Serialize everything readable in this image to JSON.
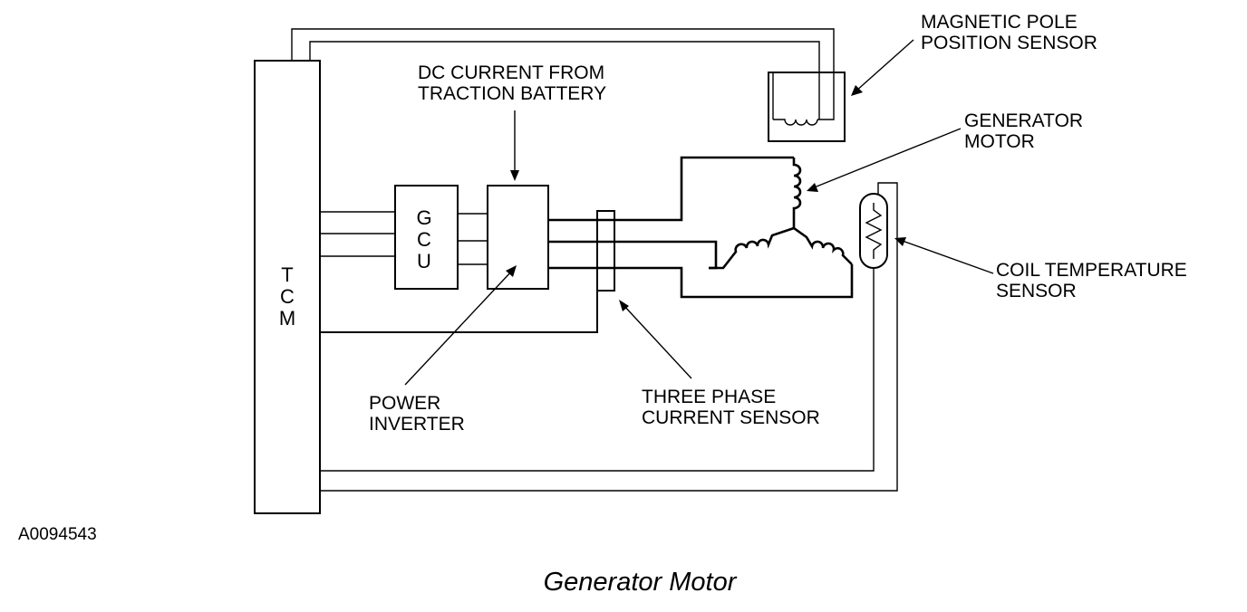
{
  "labels": {
    "magnetic_pole_l1": "MAGNETIC POLE",
    "magnetic_pole_l2": "POSITION SENSOR",
    "dc_current_l1": "DC CURRENT FROM",
    "dc_current_l2": "TRACTION BATTERY",
    "generator_l1": "GENERATOR",
    "generator_l2": "MOTOR",
    "coil_temp_l1": "COIL TEMPERATURE",
    "coil_temp_l2": "SENSOR",
    "power_inverter_l1": "POWER",
    "power_inverter_l2": "INVERTER",
    "three_phase_l1": "THREE PHASE",
    "three_phase_l2": "CURRENT SENSOR"
  },
  "blocks": {
    "tcm": [
      "T",
      "C",
      "M"
    ],
    "gcu": [
      "G",
      "C",
      "U"
    ]
  },
  "reference_id": "A0094543",
  "caption": "Generator Motor"
}
